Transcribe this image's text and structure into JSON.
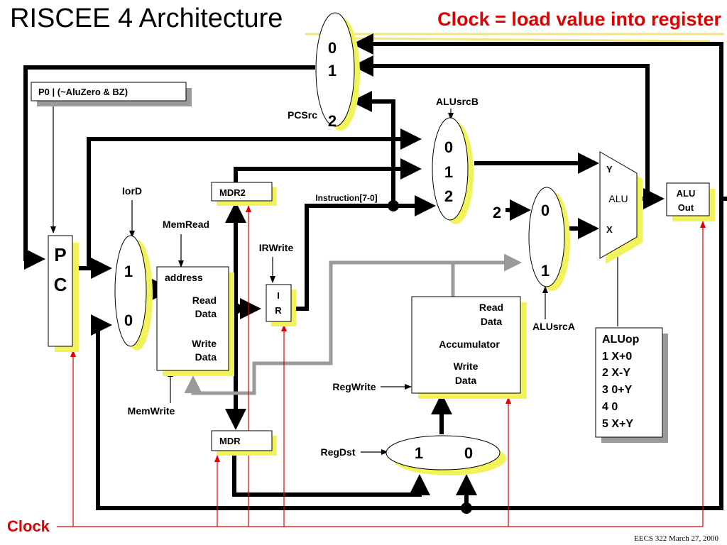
{
  "slide": {
    "title": "RISCEE 4 Architecture",
    "headline": "Clock = load value into register",
    "headline_color": "#e00000",
    "footer": "EECS 322 March 27, 2000"
  },
  "colors": {
    "shadow": "#f2f25a",
    "wire": "#000000",
    "clock_wire": "#e00000",
    "grey_wire": "#9a9a9a",
    "stripe": "#e8d21c"
  },
  "labels": {
    "pc_condition": "P0 | (~AluZero &  BZ)",
    "pc_p": "P",
    "pc_c": "C",
    "iord": "IorD",
    "memread": "MemRead",
    "memwrite": "MemWrite",
    "address": "address",
    "read_data_1": "Read",
    "read_data_2": "Data",
    "write_data_1": "Write",
    "write_data_2": "Data",
    "mdr2": "MDR2",
    "mdr": "MDR",
    "irwrite": "IRWrite",
    "ir_i": "I",
    "ir_r": "R",
    "instruction": "Instruction[7-0]",
    "pcsrc": "PCSrc",
    "alusrcb": "ALUsrcB",
    "alusrca": "ALUsrcA",
    "alu": "ALU",
    "alu_y": "Y",
    "alu_x": "X",
    "aluout_1": "ALU",
    "aluout_2": "Out",
    "const_two": "2",
    "acc_read_1": "Read",
    "acc_read_2": "Data",
    "accumulator": "Accumulator",
    "acc_write_1": "Write",
    "acc_write_2": "Data",
    "regwrite": "RegWrite",
    "regdst": "RegDst",
    "clock": "Clock"
  },
  "muxes": {
    "pc_mux": [
      "0",
      "1",
      "2"
    ],
    "mem_mux": [
      "1",
      "0"
    ],
    "alub_mux": [
      "0",
      "1",
      "2"
    ],
    "alua_mux": [
      "0",
      "1"
    ],
    "reg_mux": [
      "1",
      "0"
    ]
  },
  "aluop": {
    "title": "ALUop",
    "items": [
      "1 X+0",
      "2 X-Y",
      "3 0+Y",
      "4 0",
      "5 X+Y"
    ]
  }
}
